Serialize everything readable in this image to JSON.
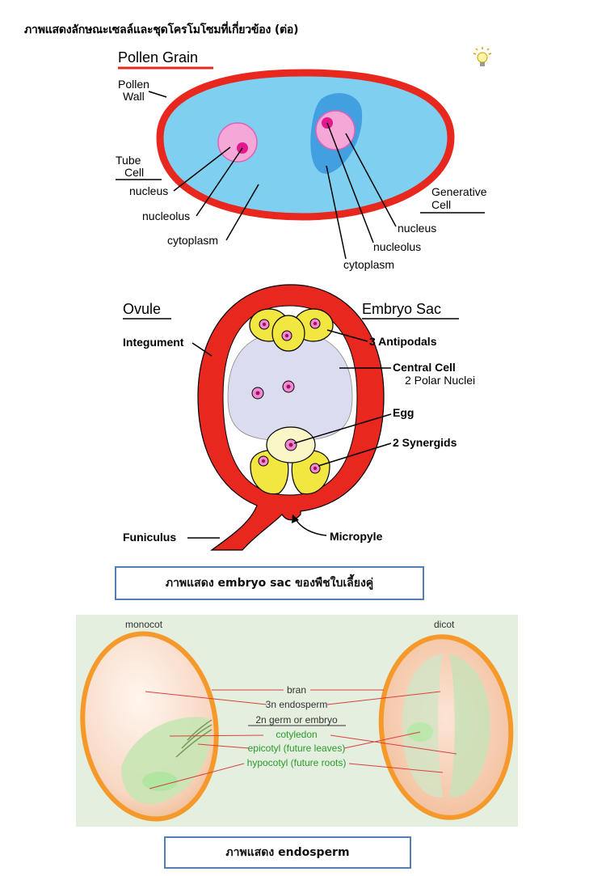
{
  "page_title": "ภาพแสดงลักษณะเซลล์และชุดโครโมโซมที่เกี่ยวข้อง (ต่อ)",
  "pollen": {
    "title": "Pollen Grain",
    "wall_line1": "Pollen",
    "wall_line2": "Wall",
    "tube_line1": "Tube",
    "tube_line2": "Cell",
    "nucleus_left": "nucleus",
    "nucleolus_left": "nucleolus",
    "cytoplasm_left": "cytoplasm",
    "gen_line1": "Generative",
    "gen_line2": "Cell",
    "nucleus_right": "nucleus",
    "nucleolus_right": "nucleolus",
    "cytoplasm_right": "cytoplasm"
  },
  "ovule": {
    "title_left": "Ovule",
    "title_right": "Embryo Sac",
    "integument": "Integument",
    "antipodals": "3 Antipodals",
    "central_cell": "Central Cell",
    "polar_nuclei": "2 Polar Nuclei",
    "egg": "Egg",
    "synergids": "2 Synergids",
    "funiculus": "Funiculus",
    "micropyle": "Micropyle"
  },
  "caption1": "ภาพแสดง embryo sac ของพืชใบเลี้ยงคู่",
  "endosperm": {
    "monocot": "monocot",
    "dicot": "dicot",
    "bran": "bran",
    "endosperm_3n": "3n endosperm",
    "germ": "2n germ or embryo",
    "cotyledon": "cotyledon",
    "epicotyl": "epicotyl (future leaves)",
    "hypocotyl": "hypocotyl (future roots)"
  },
  "caption2": "ภาพแสดง endosperm",
  "colors": {
    "red": "#e8281e",
    "cyan": "#7fd0f0",
    "pink": "#f28ad0",
    "magenta": "#e2198c",
    "yellow": "#f2e640",
    "lavender": "#dcdcf0",
    "orange": "#f59a2a",
    "green_text": "#2a9a2a",
    "panel_bg": "#e4efdf"
  }
}
